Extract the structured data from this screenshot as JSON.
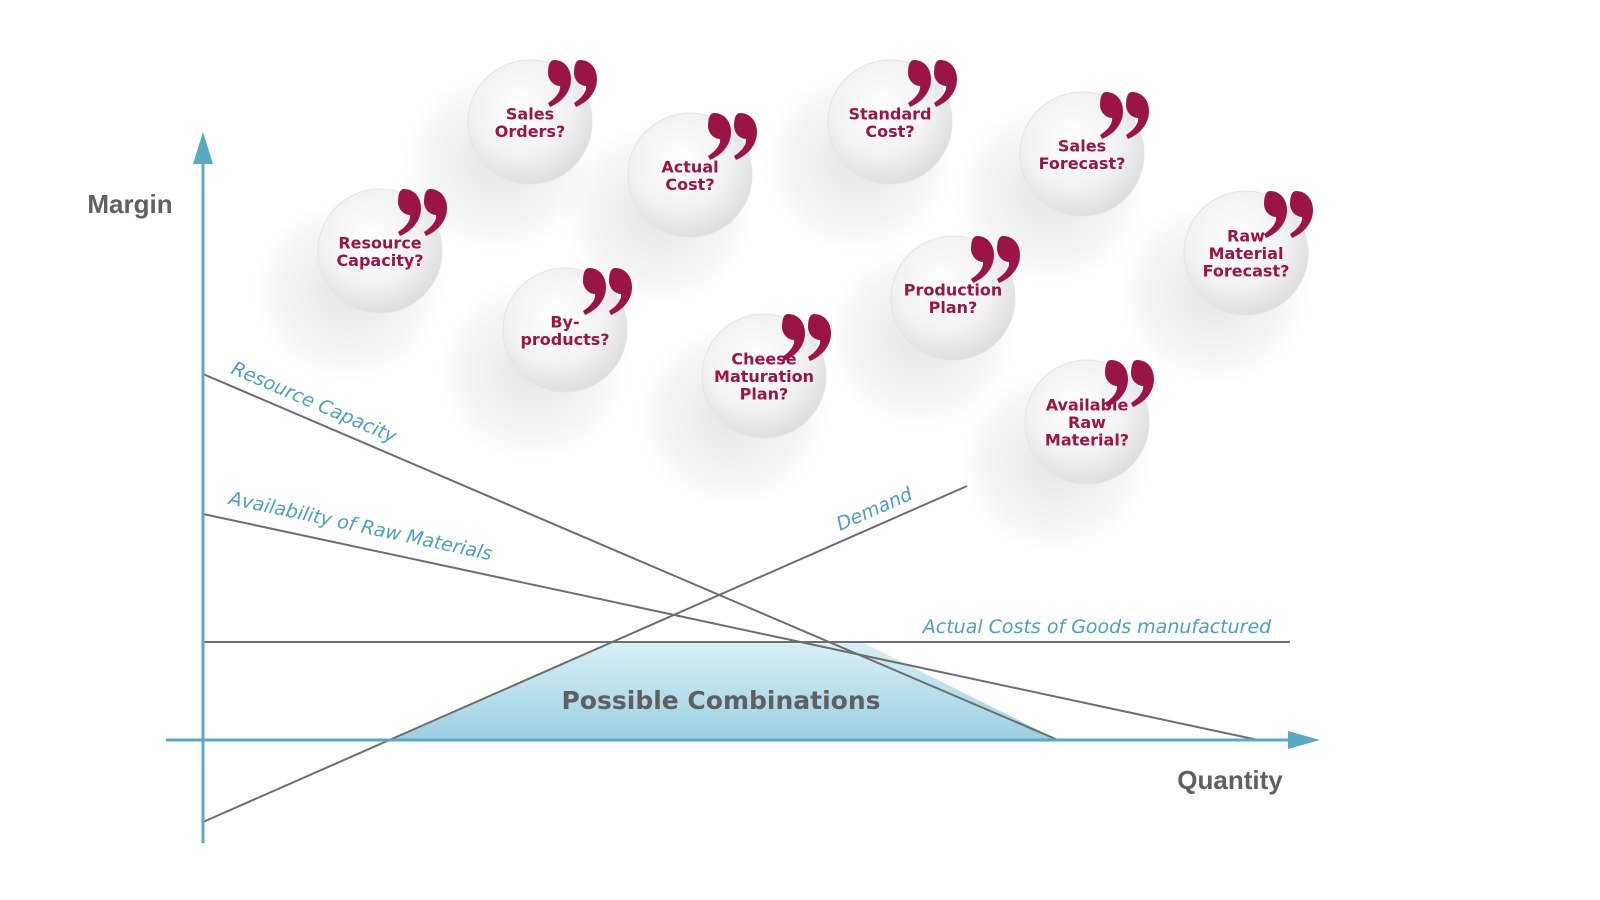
{
  "axes": {
    "y_label": "Margin",
    "x_label": "Quantity"
  },
  "lines": [
    {
      "id": "resource-capacity",
      "label": "Resource Capacity"
    },
    {
      "id": "raw-materials",
      "label": "Availability of Raw Materials"
    },
    {
      "id": "demand",
      "label": "Demand"
    },
    {
      "id": "actual-costs",
      "label": "Actual Costs of Goods manufactured"
    }
  ],
  "region": {
    "label": "Possible Combinations"
  },
  "questions": [
    {
      "id": "sales-orders",
      "lines": [
        "Sales",
        "Orders?"
      ]
    },
    {
      "id": "resource-capacity",
      "lines": [
        "Resource",
        "Capacity?"
      ]
    },
    {
      "id": "actual-cost",
      "lines": [
        "Actual",
        "Cost?"
      ]
    },
    {
      "id": "by-products",
      "lines": [
        "By-",
        "products?"
      ]
    },
    {
      "id": "standard-cost",
      "lines": [
        "Standard",
        "Cost?"
      ]
    },
    {
      "id": "cheese-maturation-plan",
      "lines": [
        "Cheese",
        "Maturation",
        "Plan?"
      ]
    },
    {
      "id": "sales-forecast",
      "lines": [
        "Sales",
        "Forecast?"
      ]
    },
    {
      "id": "production-plan",
      "lines": [
        "Production",
        "Plan?"
      ]
    },
    {
      "id": "raw-material-forecast",
      "lines": [
        "Raw",
        "Material",
        "Forecast?"
      ]
    },
    {
      "id": "available-raw-material",
      "lines": [
        "Available",
        "Raw",
        "Material?"
      ]
    }
  ],
  "colors": {
    "axis": "#5aa9c3",
    "line": "#6d6e70",
    "label": "#4f9fbc",
    "region_top": "#d6eef5",
    "region_bottom": "#9fd0e2",
    "quote": "#9b1446",
    "bubble": "#ececed"
  }
}
